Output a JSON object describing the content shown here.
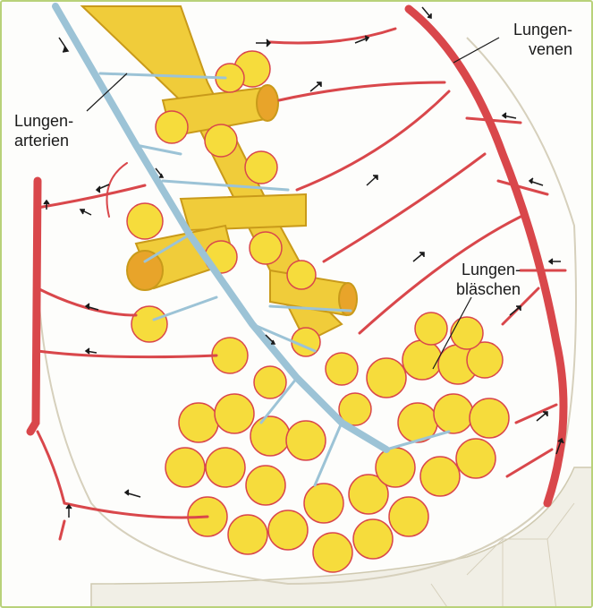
{
  "labels": {
    "lungenvenen": {
      "line1": "Lungen-",
      "line2": "venen"
    },
    "lungenarterien": {
      "line1": "Lungen-",
      "line2": "arterien"
    },
    "lungenblaeschen": {
      "line1": "Lungen-",
      "line2": "bläschen"
    }
  },
  "colors": {
    "vein": "#d9474b",
    "artery": "#9cc3d6",
    "bronchus": "#f0cc3a",
    "alveolus": "#f6dc3c",
    "frame": "#b9d27a"
  }
}
